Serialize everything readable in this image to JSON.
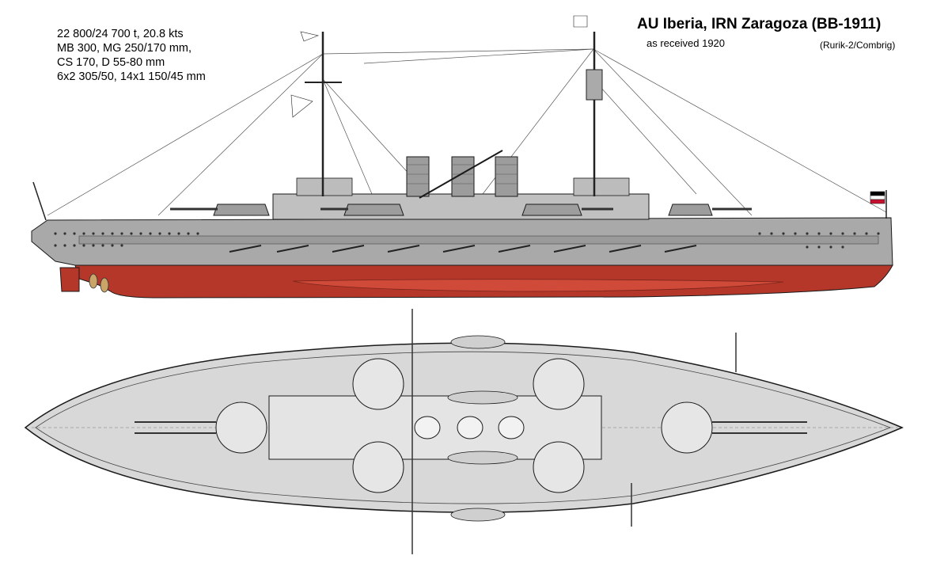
{
  "specs": {
    "line1": "22 800/24 700 t,   20.8 kts",
    "line2": "MB 300, MG 250/170 mm,",
    "line3": "CS 170, D 55-80 mm",
    "line4": "6x2 305/50, 14x1 150/45 mm"
  },
  "title": "AU Iberia, IRN Zaragoza (BB-1911)",
  "subtitle": "as received 1920",
  "credit": "(Rurik-2/Combrig)",
  "colors": {
    "hull_upper": "#a9a9a9",
    "hull_lower": "#b5372a",
    "superstructure": "#c0c0c0",
    "deck_plan": "#d8d8d8",
    "line": "#1a1a1a"
  }
}
